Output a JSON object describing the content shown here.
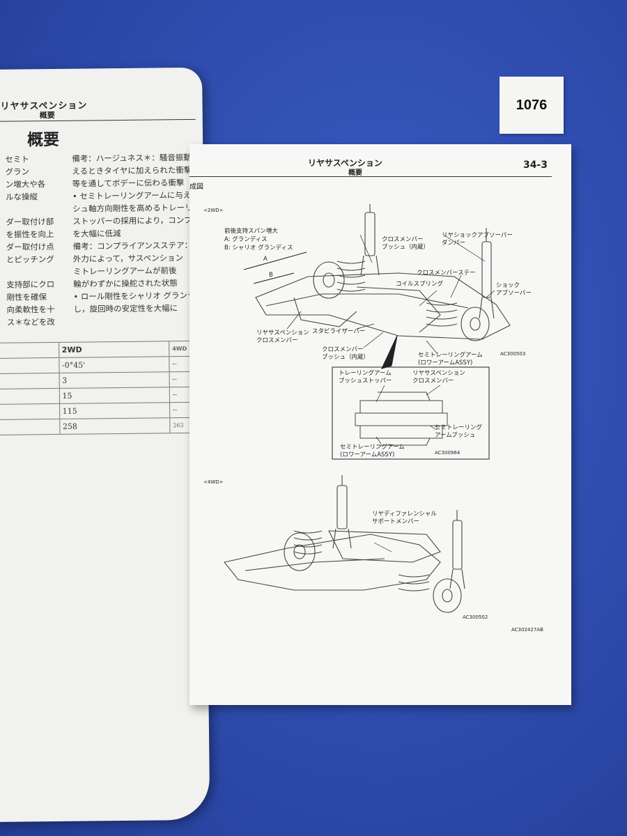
{
  "tag": {
    "number": "1076"
  },
  "left_page": {
    "header_title": "リヤサスペンション",
    "header_sub": "概要",
    "big_title": "概要",
    "col1_lines": [
      "セミト",
      "グラン",
      "ン増大や各",
      "ルな操縦",
      "",
      "ダー取付け部",
      "を振性を向上",
      "ダー取付け点",
      "とピッチング",
      "",
      "支持部にクロ",
      "剛性を確保",
      "向柔軟性を十",
      "ス＊などを改"
    ],
    "col2_lines": [
      "備考：ハージュネス＊：騒音振動",
      "えるときタイヤに加えられた衝撃",
      "等を通してボデーに伝わる衝撃",
      "• セミトレーリングアームに与える",
      "シュ軸方向剛性を高めるトレーリ",
      "ストッパーの採用により，コンプラ",
      "を大幅に低減",
      "備考：コンプライアンスステア：",
      "外力によって，サスペンション",
      "ミトレーリングアームが前後",
      "輪がわずかに操舵された状態",
      "• ロール剛性をシャリオ グランデ",
      "し，旋回時の安定性を大幅に"
    ],
    "table": {
      "header": [
        "",
        "2WD",
        "4WD"
      ],
      "rows": [
        [
          "",
          "-0°45'",
          "←"
        ],
        [
          "",
          "3",
          "←"
        ],
        [
          "",
          "15",
          "←"
        ],
        [
          "",
          "115",
          "←"
        ],
        [
          "",
          "258",
          "263"
        ]
      ]
    }
  },
  "right_page": {
    "header_title": "リヤサスペンション",
    "header_sub": "概要",
    "page_number": "34-3",
    "section_label": "成図",
    "label_2wd": "<2WD>",
    "label_4wd": "<4WD>",
    "callout_span": "前後支持スパン増大",
    "callout_span_a": "A: グランディス",
    "callout_span_b": "B: シャリオ グランディス",
    "dim_a": "A",
    "dim_b": "B",
    "cross_bush_top": "クロスメンバー\nブッシュ（内蔵）",
    "shock_damper": "リヤショックアブソーバー\nダンパー",
    "cross_stay": "クロスメンバーステー",
    "coil_spring": "コイルスプリング",
    "shock_absorber": "ショック\nアブソーバー",
    "rear_cross": "リヤサスペンション\nクロスメンバー",
    "stabilizer": "スタビライザーバー",
    "cross_bush_bottom": "クロスメンバー\nブッシュ（内蔵）",
    "semi_arm": "セミトレーリングアーム\n(ロワーアームASSY)",
    "code_2wd": "AC300503",
    "inset_trailing_stopper": "トレーリングアーム\nブッシュストッパー",
    "inset_rear_cross": "リヤサスペンション\nクロスメンバー",
    "inset_semi_bush": "セミトレーリング\nアームブッシュ",
    "inset_semi_arm": "セミトレーリングアーム\n(ロワーアームASSY)",
    "inset_code": "AC300964",
    "diff_member": "リヤディファレンシャル\nサポートメンバー",
    "code_4wd": "AC300502",
    "figure_code": "AC302427AB"
  }
}
